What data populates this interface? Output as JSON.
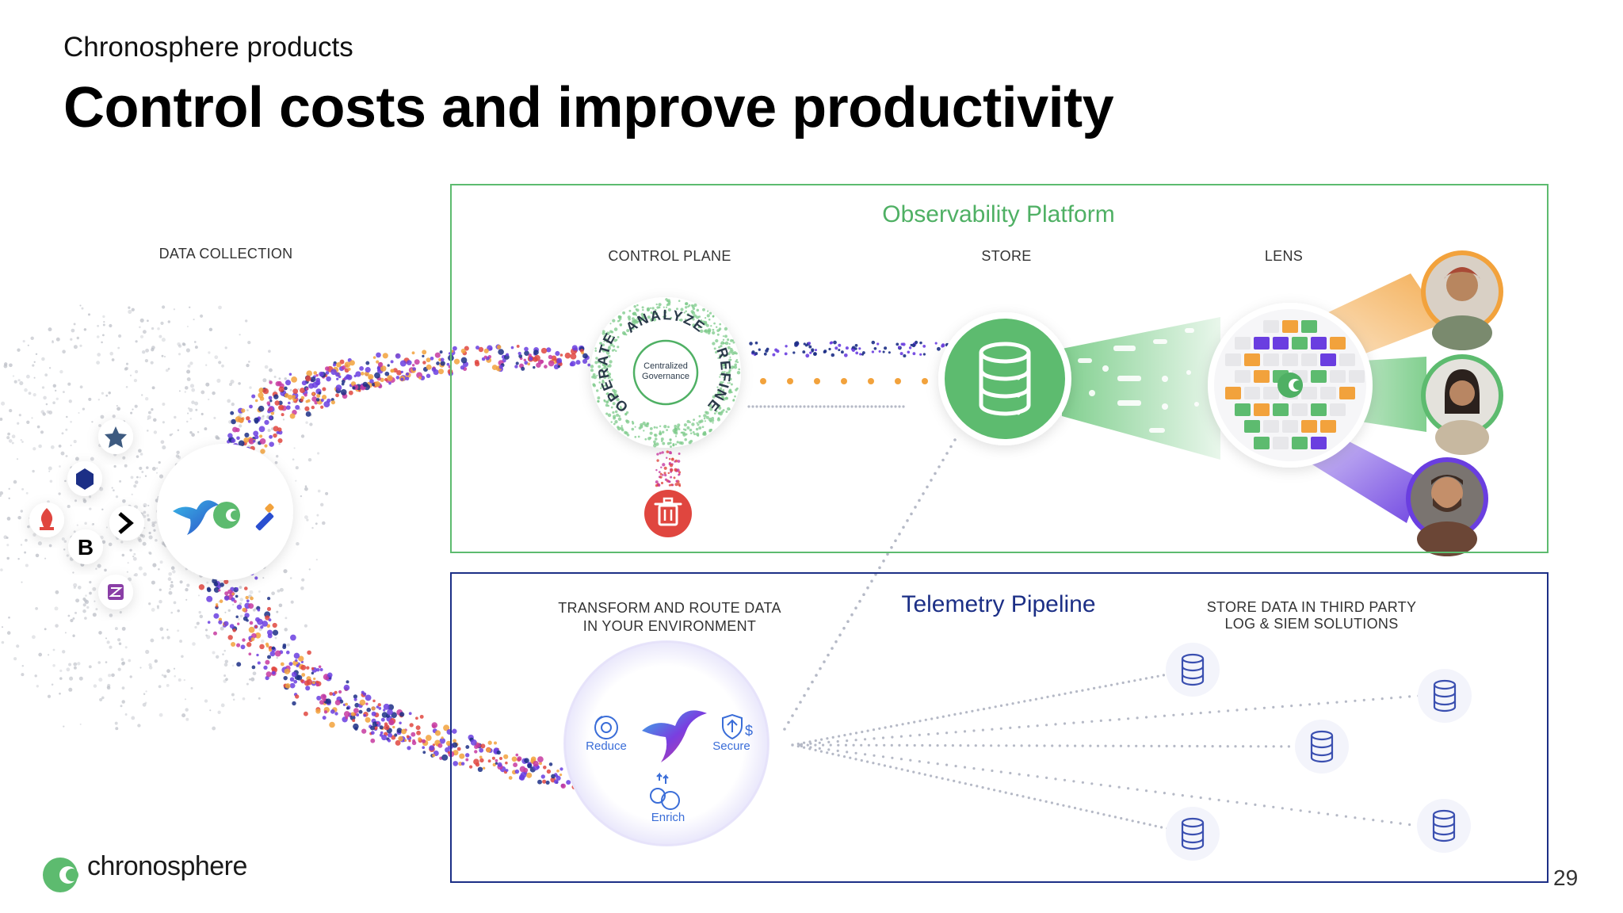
{
  "header": {
    "eyebrow": "Chronosphere products",
    "title": "Control costs and improve productivity"
  },
  "observability": {
    "title": "Observability Platform",
    "columns": {
      "control_plane": "CONTROL PLANE",
      "store": "STORE",
      "lens": "LENS"
    },
    "ring": {
      "top": "ANALYZE",
      "left": "OPERATE",
      "right": "REFINE",
      "center_line1": "Centralized",
      "center_line2": "Governance"
    }
  },
  "data_collection": {
    "label": "DATA COLLECTION"
  },
  "telemetry": {
    "title": "Telemetry Pipeline",
    "transform_line1": "TRANSFORM AND ROUTE  DATA",
    "transform_line2": "IN YOUR ENVIRONMENT",
    "third_party_line1": "STORE DATA IN THIRD PARTY",
    "third_party_line2": "LOG & SIEM SOLUTIONS",
    "actions": {
      "reduce": "Reduce",
      "secure": "Secure",
      "enrich": "Enrich"
    }
  },
  "footer": {
    "brand": "chronosphere",
    "page_number": "29"
  },
  "colors": {
    "green": "#5dbb6f",
    "navy": "#1c2f86",
    "orange": "#f2a23c",
    "purple": "#6a3ee0",
    "red": "#e0463f"
  },
  "icons": [
    "database-icon",
    "trash-icon",
    "hummingbird-icon",
    "chronosphere-logo-icon",
    "person-avatar-icon",
    "shield-dollar-icon",
    "gear-icon",
    "reduce-icon"
  ]
}
